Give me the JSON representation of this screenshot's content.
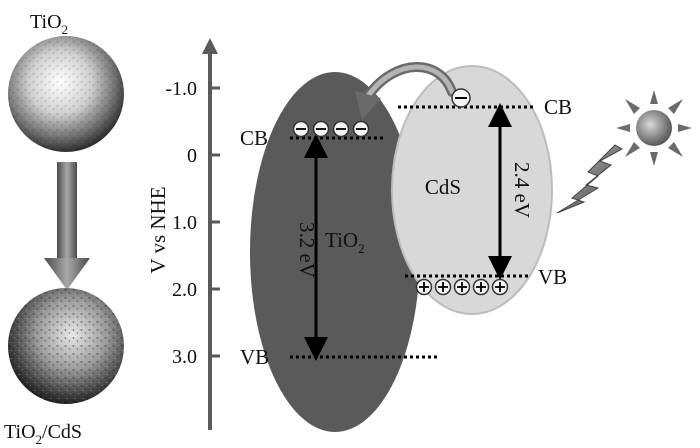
{
  "left_panel": {
    "top_sphere_label_main": "TiO",
    "top_sphere_label_sub": "2",
    "bottom_sphere_label_main": "TiO",
    "bottom_sphere_label_sub": "2",
    "bottom_sphere_label_rest": "/CdS"
  },
  "axis": {
    "label": "V vs NHE",
    "ticks": [
      "-1.0",
      "0",
      "1.0",
      "2.0",
      "3.0"
    ]
  },
  "tio2": {
    "name_main": "TiO",
    "name_sub": "2",
    "cb_label": "CB",
    "vb_label": "VB",
    "band_gap": "3.2 eV",
    "electron_symbol": "⊖",
    "electron_count": 4
  },
  "cds": {
    "name": "CdS",
    "cb_label": "CB",
    "vb_label": "VB",
    "band_gap": "2.4 eV",
    "electron_symbol": "⊖",
    "hole_symbol": "⊕",
    "hole_count": 5
  },
  "icons": [
    "sun-icon",
    "lightning-icon",
    "transfer-arrow-icon",
    "down-arrow-icon"
  ],
  "colors": {
    "tio2_particle": "#5a5a5a",
    "cds_particle": "#d8d8d8",
    "axis": "#555555",
    "text": "#111111"
  }
}
